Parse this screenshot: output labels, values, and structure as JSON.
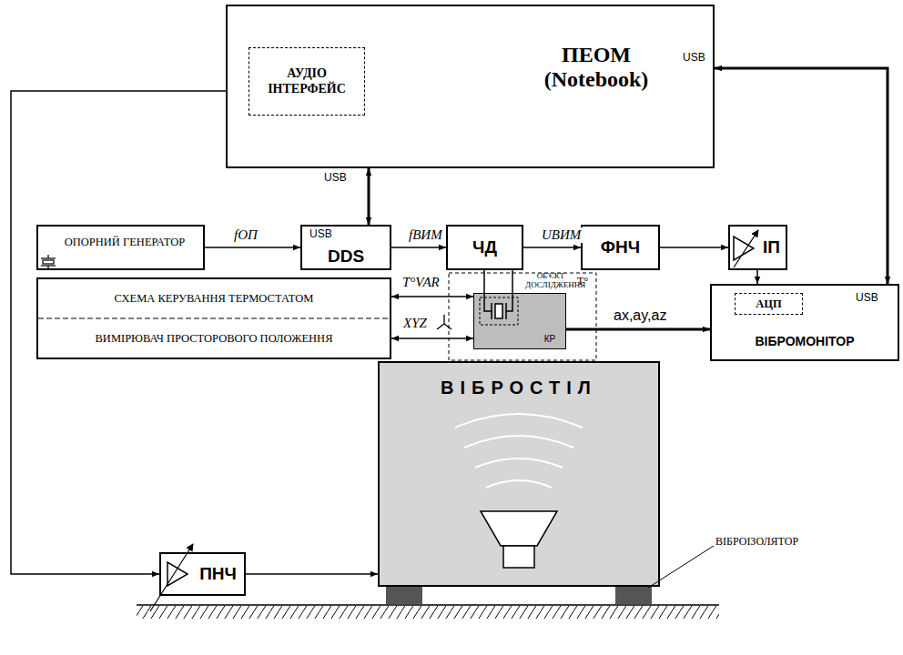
{
  "diagram": {
    "nodes": [
      {
        "text": [
          "ПЕОМ (Notebook)"
        ]
      },
      {
        "text": [
          "АУДІО ІНТЕРФЕЙС"
        ],
        "in": 0
      },
      {
        "text": [
          "ОПОРНИЙ ГЕНЕРАТОР"
        ]
      },
      {
        "text": [
          "DDS"
        ]
      },
      {
        "text": [
          "ЧД"
        ]
      },
      {
        "text": [
          "ФНЧ"
        ]
      },
      {
        "text": [
          "ІП"
        ]
      },
      {
        "text": [
          "ВІБРОМОНІТОР"
        ]
      },
      {
        "text": [
          "АЦП"
        ],
        "in": 7
      },
      {
        "text": [
          "СХЕМА КЕРУВАННЯ ТЕРМОСТАТОМ",
          "ВИМІРЮВАЧ ПРОСТОРОВОГО ПОЛОЖЕННЯ"
        ]
      },
      {
        "text": [
          "КР"
        ]
      },
      {
        "text": [
          "ВІБРОСТІЛ"
        ]
      },
      {
        "text": [
          "ПНЧ"
        ]
      }
    ],
    "edges": [
      {
        "from": 0,
        "to": 3,
        "arrow": "both"
      },
      {
        "from": 2,
        "to": 3,
        "label": "fОП",
        "arrow": "to"
      },
      {
        "from": 3,
        "to": 4,
        "label": "fВИМ",
        "arrow": "to"
      },
      {
        "from": 4,
        "to": 5,
        "label": "UВИМ",
        "arrow": "to"
      },
      {
        "from": 5,
        "to": 6,
        "arrow": "to"
      },
      {
        "from": 6,
        "to": 7,
        "arrow": "to"
      },
      {
        "from": 7,
        "to": 0,
        "arrow": "both"
      },
      {
        "from": 9,
        "to": 10,
        "label": "T°VAR",
        "arrow": "both"
      },
      {
        "from": 9,
        "to": 10,
        "label": "XYZ",
        "arrow": "both"
      },
      {
        "from": 4,
        "to": 10,
        "arrow": "none"
      },
      {
        "from": 4,
        "to": 10,
        "arrow": "none"
      },
      {
        "from": 10,
        "to": 7,
        "label": "ax,ay,az",
        "arrow": "to"
      },
      {
        "from": 0,
        "to": 12,
        "arrow": "to"
      },
      {
        "from": 12,
        "to": 11,
        "arrow": "to"
      }
    ],
    "labels": [
      "USB",
      "USB",
      "USB",
      "USB",
      "T°",
      "ОБ'ЄКТ ДОСЛІДЖЕННЯ",
      "ВІБРОІЗОЛЯТОР"
    ]
  }
}
